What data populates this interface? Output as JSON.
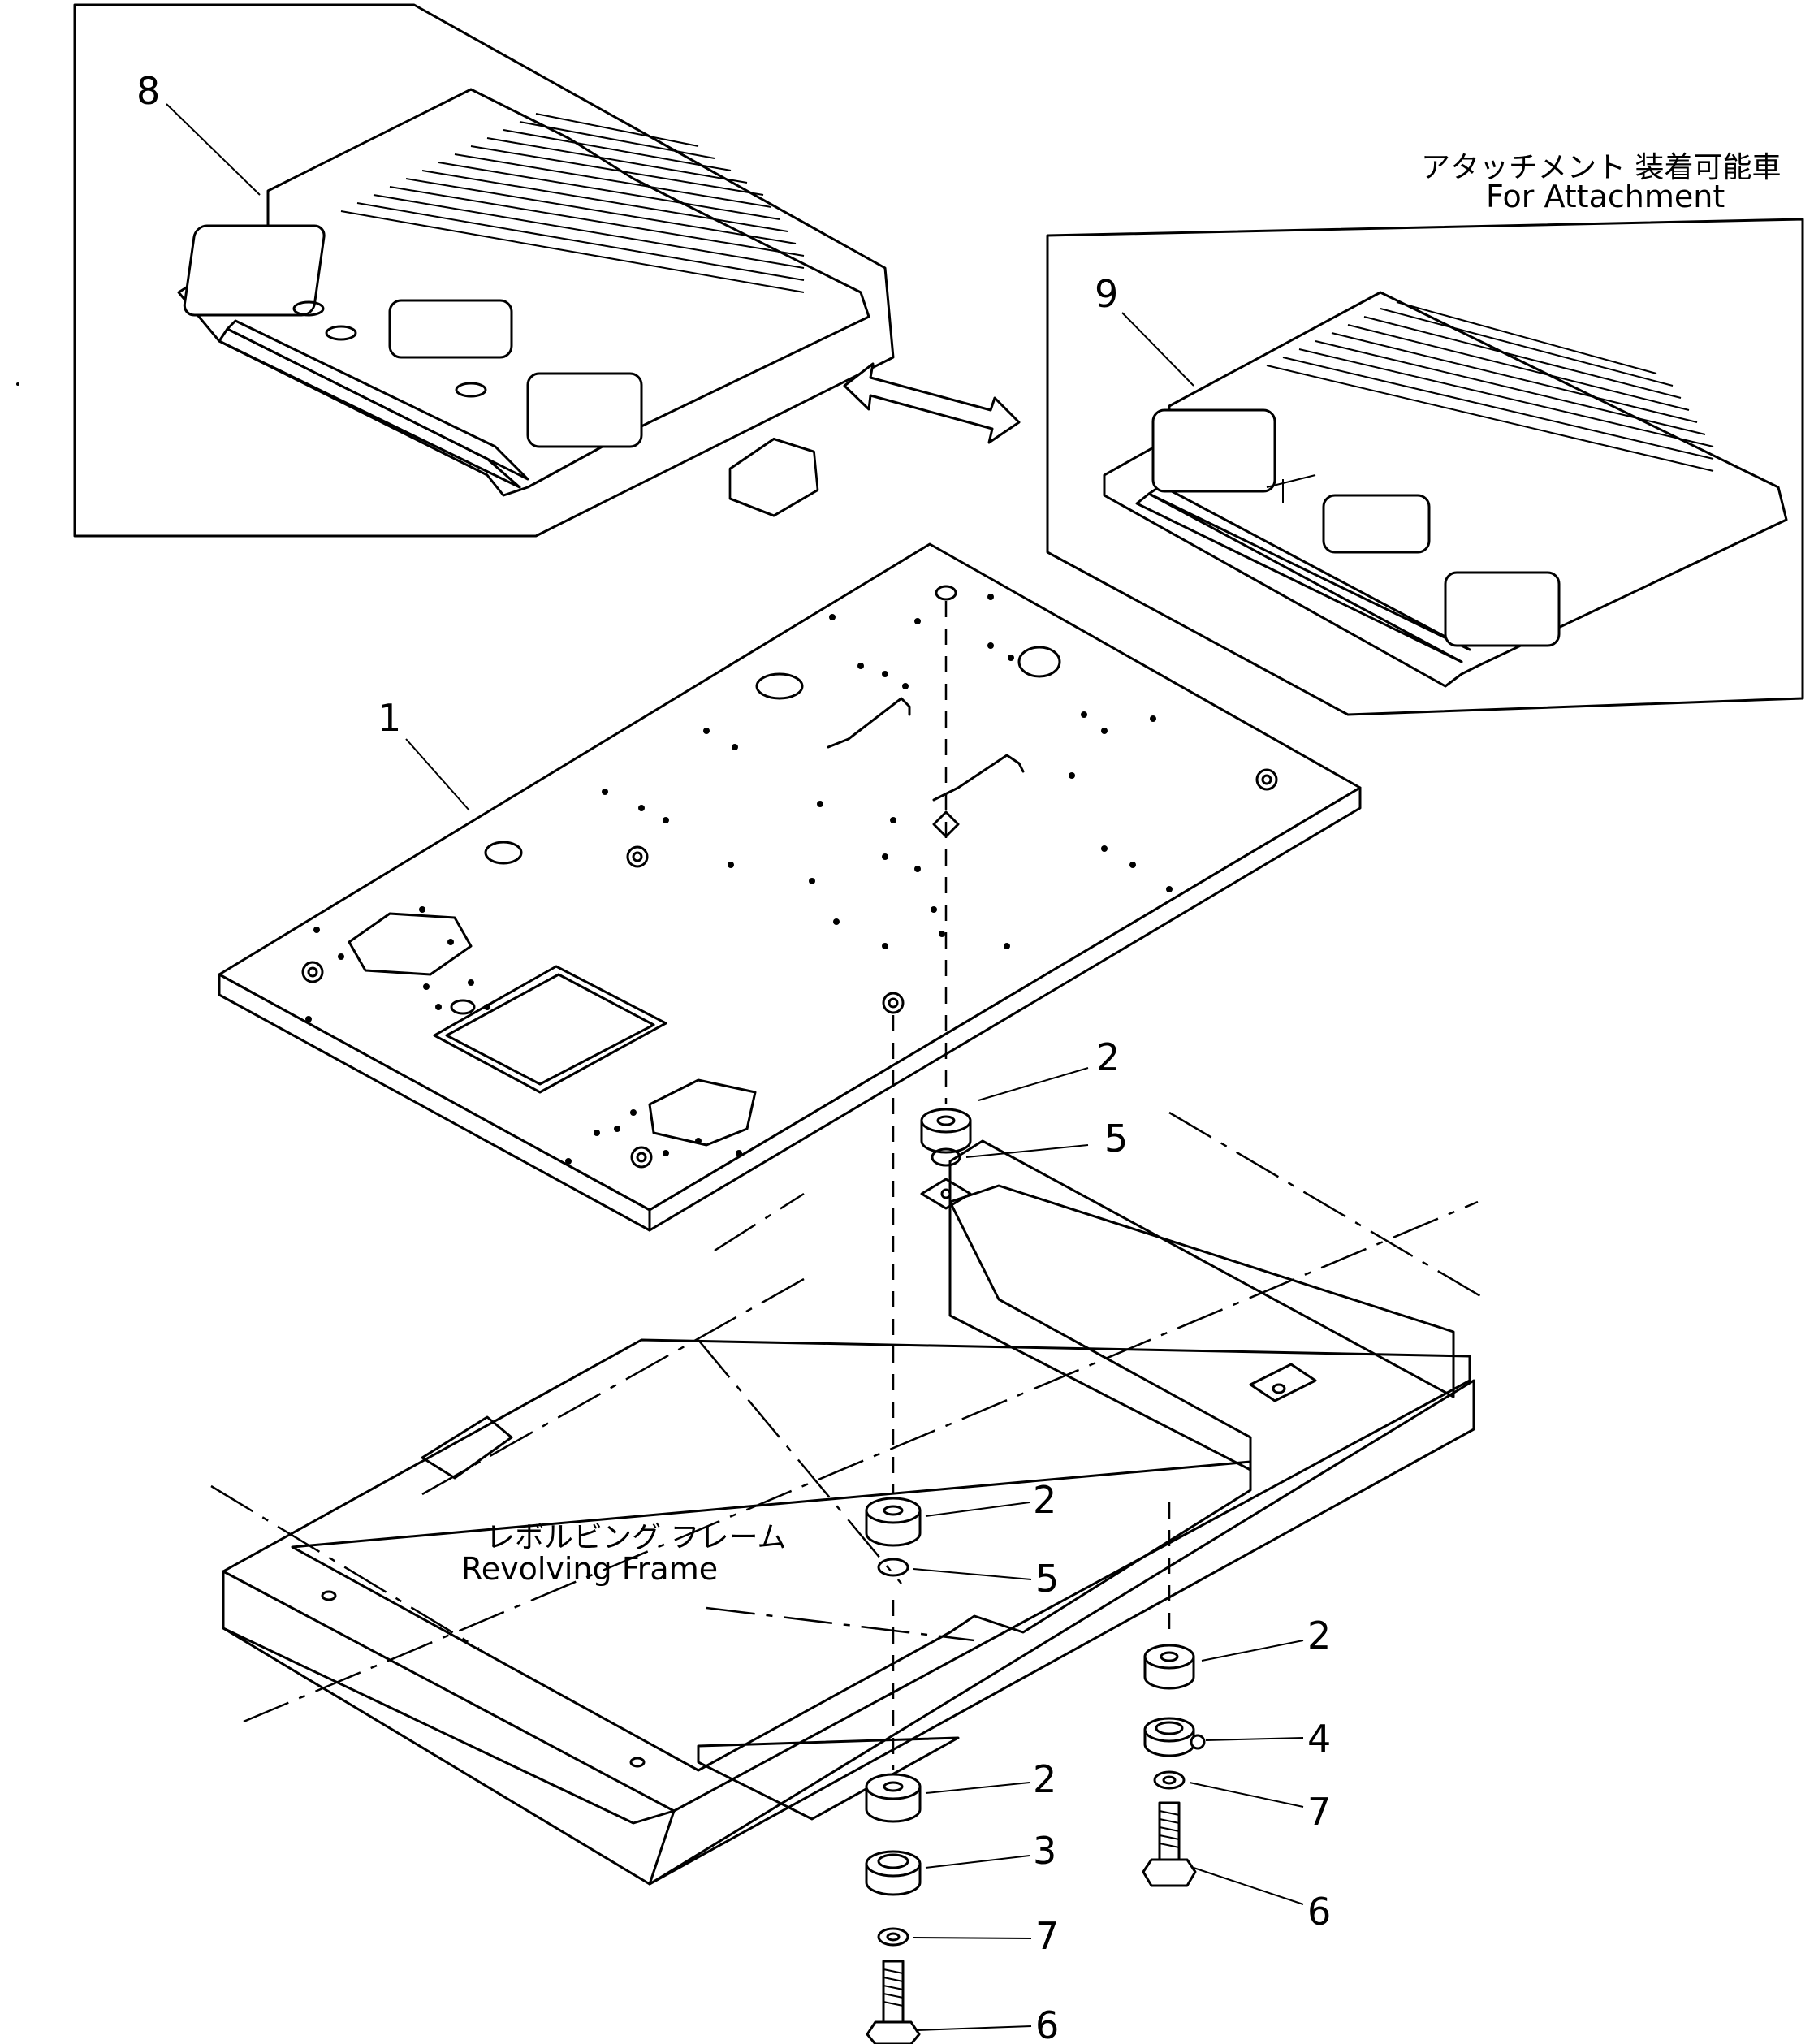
{
  "diagram": {
    "callouts": [
      {
        "id": "c8",
        "text": "8"
      },
      {
        "id": "c9",
        "text": "9"
      },
      {
        "id": "c1",
        "text": "1"
      },
      {
        "id": "c2a",
        "text": "2"
      },
      {
        "id": "c5a",
        "text": "5"
      },
      {
        "id": "c2b",
        "text": "2"
      },
      {
        "id": "c5b",
        "text": "5"
      },
      {
        "id": "c2c",
        "text": "2"
      },
      {
        "id": "c4",
        "text": "4"
      },
      {
        "id": "c7a",
        "text": "7"
      },
      {
        "id": "c6a",
        "text": "6"
      },
      {
        "id": "c2d",
        "text": "2"
      },
      {
        "id": "c3",
        "text": "3"
      },
      {
        "id": "c7b",
        "text": "7"
      },
      {
        "id": "c6b",
        "text": "6"
      }
    ],
    "attachment_label_jp": "アタッチメント 装着可能車",
    "attachment_label_en": "For Attachment",
    "frame_label_jp": "レボルビング フレーム",
    "frame_label_en": "Revolving Frame"
  }
}
